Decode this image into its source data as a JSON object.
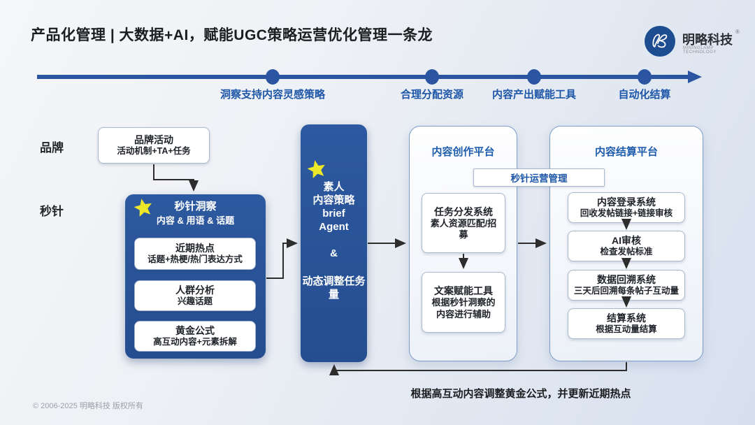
{
  "slide": {
    "title": "产品化管理 | 大数据+AI，赋能UGC策略运营优化管理一条龙",
    "copyright": "© 2006-2025 明略科技 版权所有"
  },
  "logo": {
    "name": "明略科技",
    "reg": "®",
    "tagline": "MININGLAMP TECHNOLOGY"
  },
  "timeline": {
    "milestones": [
      {
        "label": "洞察支持内容灵感策略"
      },
      {
        "label": "合理分配资源"
      },
      {
        "label": "内容产出赋能工具"
      },
      {
        "label": "自动化结算"
      }
    ]
  },
  "rows": [
    {
      "label": "品牌"
    },
    {
      "label": "秒针"
    }
  ],
  "brand_activity": {
    "title": "品牌活动",
    "subtitle": "活动机制+TA+任务"
  },
  "insight": {
    "title": "秒针洞察",
    "subtitle": "内容 & 用语 & 话题",
    "items": [
      {
        "title": "近期热点",
        "subtitle": "话题+热梗/热门表达方式"
      },
      {
        "title": "人群分析",
        "subtitle": "兴趣话题"
      },
      {
        "title": "黄金公式",
        "subtitle": "高互动内容+元素拆解"
      }
    ]
  },
  "agent": {
    "lines": [
      "素人",
      "内容策略",
      "brief",
      "Agent",
      "&",
      "动态调整任务量"
    ]
  },
  "creation_platform": {
    "title": "内容创作平台",
    "boxes": [
      {
        "title": "任务分发系统",
        "subtitle": "素人资源匹配/招募"
      },
      {
        "title": "文案赋能工具",
        "subtitle": "根据秒针洞察的内容进行辅助"
      }
    ]
  },
  "ops_bar": {
    "label": "秒针运营管理"
  },
  "settlement_platform": {
    "title": "内容结算平台",
    "boxes": [
      {
        "title": "内容登录系统",
        "subtitle": "回收发帖链接+链接审核"
      },
      {
        "title": "AI审核",
        "subtitle": "检查发帖标准"
      },
      {
        "title": "数据回溯系统",
        "subtitle": "三天后回溯每条帖子互动量"
      },
      {
        "title": "结算系统",
        "subtitle": "根据互动量结算"
      }
    ]
  },
  "feedback": {
    "label": "根据高互动内容调整黄金公式，并更新近期热点"
  },
  "colors": {
    "navy_box": "#2a5395",
    "timeline_blue": "#2b55a0",
    "label_blue": "#1e56a8",
    "star_yellow": "#ece829",
    "arrow_dark": "#2d2d2d"
  }
}
